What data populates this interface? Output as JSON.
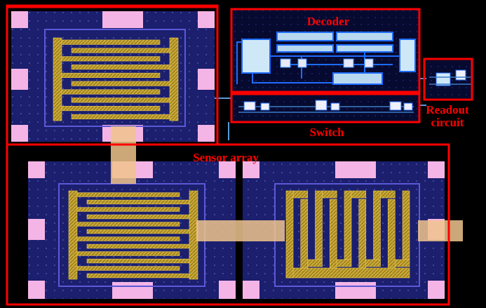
{
  "labels": {
    "decoder": "Decoder",
    "readout_line1": "Readout",
    "readout_line2": "circuit",
    "switch": "Switch",
    "sensor_array": "Sensor array"
  },
  "colors": {
    "background": "#000000",
    "die_fill": "#1b1f6e",
    "pad_pink": "#f4b4e6",
    "highlight_red": "#ff0000",
    "electrode_gold": "#c8a838",
    "connection_orange": "#f0c48c",
    "inner_outline": "#5c58d8"
  },
  "icons": {
    "sensor_top_left": "interdigitated-electrode-icon",
    "sensor_bottom_left": "interdigitated-electrode-icon",
    "sensor_bottom_right": "serpentine-electrode-icon"
  }
}
